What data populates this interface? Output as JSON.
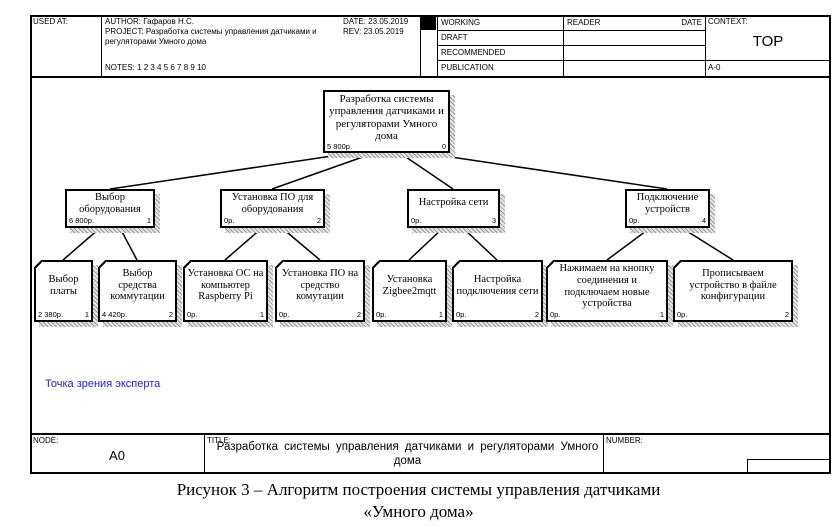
{
  "header": {
    "used_at_label": "USED AT:",
    "author_label": "AUTHOR:",
    "author": "Гафаров Н.С.",
    "project_label": "PROJECT:",
    "project": "Разработка системы управления датчиками и регуляторами Умного дома",
    "notes_label": "NOTES:",
    "notes": "1 2 3 4 5 6 7 8 9 10",
    "date_label": "DATE:",
    "date": "23.05.2019",
    "rev_label": "REV:",
    "rev": "23.05.2019",
    "status_rows": {
      "working": "WORKING",
      "draft": "DRAFT",
      "recommended": "RECOMMENDED",
      "publication": "PUBLICATION"
    },
    "reader_label": "READER",
    "reader_date_label": "DATE",
    "context_label": "CONTEXT:",
    "context_value": "TOP",
    "context_node": "A-0"
  },
  "tree": {
    "root": {
      "label": "Разработка системы управления датчиками и регуляторами Умного дома",
      "cost": "5 800р.",
      "num": "0"
    },
    "level2": [
      {
        "label": "Выбор оборудования",
        "cost": "6 800р.",
        "num": "1"
      },
      {
        "label": "Установка ПО для оборудования",
        "cost": "0р.",
        "num": "2"
      },
      {
        "label": "Настройка сети",
        "cost": "0р.",
        "num": "3"
      },
      {
        "label": "Подключение устройств",
        "cost": "0р.",
        "num": "4"
      }
    ],
    "leaves": [
      {
        "label": "Выбор платы",
        "cost": "2 380р.",
        "num": "1"
      },
      {
        "label": "Выбор средства коммутации",
        "cost": "4 420р.",
        "num": "2"
      },
      {
        "label": "Установка ОС на компьютер Raspberry Pi",
        "cost": "0р.",
        "num": "1"
      },
      {
        "label": "Установка ПО на средство комутации",
        "cost": "0р.",
        "num": "2"
      },
      {
        "label": "Установка Zigbee2mqtt",
        "cost": "0р.",
        "num": "1"
      },
      {
        "label": "Настройка подключения сети",
        "cost": "0р.",
        "num": "2"
      },
      {
        "label": "Нажимаем на кнопку соединения и подключаем новые устройства",
        "cost": "0р.",
        "num": "1"
      },
      {
        "label": "Прописываем устройство в файле конфигурации",
        "cost": "0р.",
        "num": "2"
      }
    ]
  },
  "note": {
    "text": "Точка зрения эксперта",
    "color": "#2222cc"
  },
  "footer": {
    "node_label": "NODE:",
    "node": "A0",
    "title_label": "TITLE:",
    "title": "Разработка системы управления датчиками и регуляторами Умного дома",
    "number_label": "NUMBER:"
  },
  "caption": {
    "line1": "Рисунок 3 – Алгоритм построения системы управления датчиками",
    "line2": "«Умного дома»"
  }
}
